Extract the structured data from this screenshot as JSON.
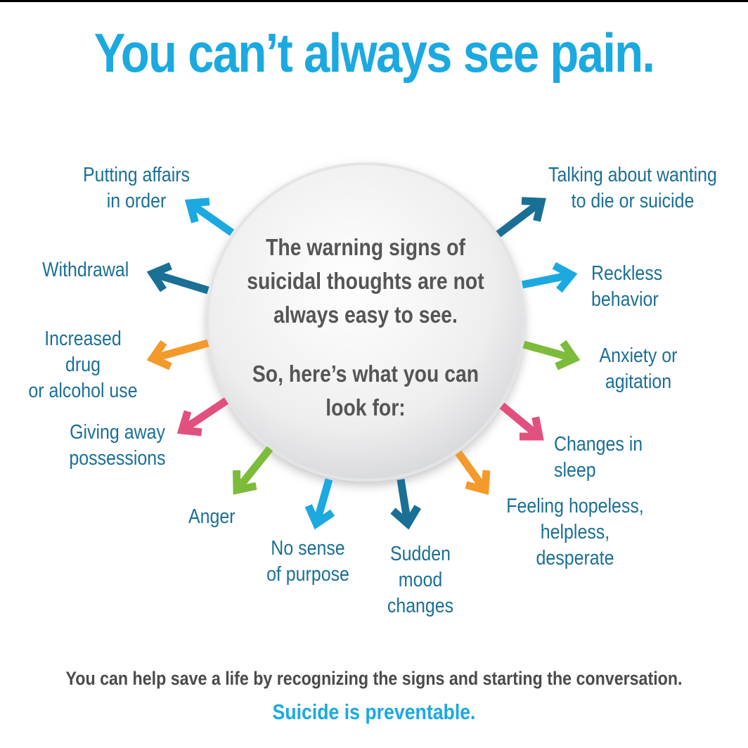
{
  "title": "You can’t always see pain.",
  "center": {
    "intro": "The warning signs of suicidal thoughts are not always easy to see.",
    "prompt": "So, here’s what you can look for:"
  },
  "signs": [
    {
      "label": "Putting affairs\nin order",
      "color": "#1ba9e0"
    },
    {
      "label": "Withdrawal",
      "color": "#1a6f95"
    },
    {
      "label": "Increased drug\nor alcohol use",
      "color": "#f39a2b"
    },
    {
      "label": "Giving away\npossessions",
      "color": "#e2507d"
    },
    {
      "label": "Anger",
      "color": "#7dbb3a"
    },
    {
      "label": "No sense\nof purpose",
      "color": "#1ba9e0"
    },
    {
      "label": "Sudden\nmood\nchanges",
      "color": "#1a6f95"
    },
    {
      "label": "Feeling hopeless,\nhelpless, desperate",
      "color": "#f39a2b"
    },
    {
      "label": "Changes in sleep",
      "color": "#e2507d"
    },
    {
      "label": "Anxiety or\nagitation",
      "color": "#7dbb3a"
    },
    {
      "label": "Reckless behavior",
      "color": "#1ba9e0"
    },
    {
      "label": "Talking about wanting\nto die or suicide",
      "color": "#1a6f95"
    }
  ],
  "footer": {
    "message": "You can help save a life by recognizing the signs and starting the conversation.",
    "emphasis": "Suicide is preventable."
  }
}
